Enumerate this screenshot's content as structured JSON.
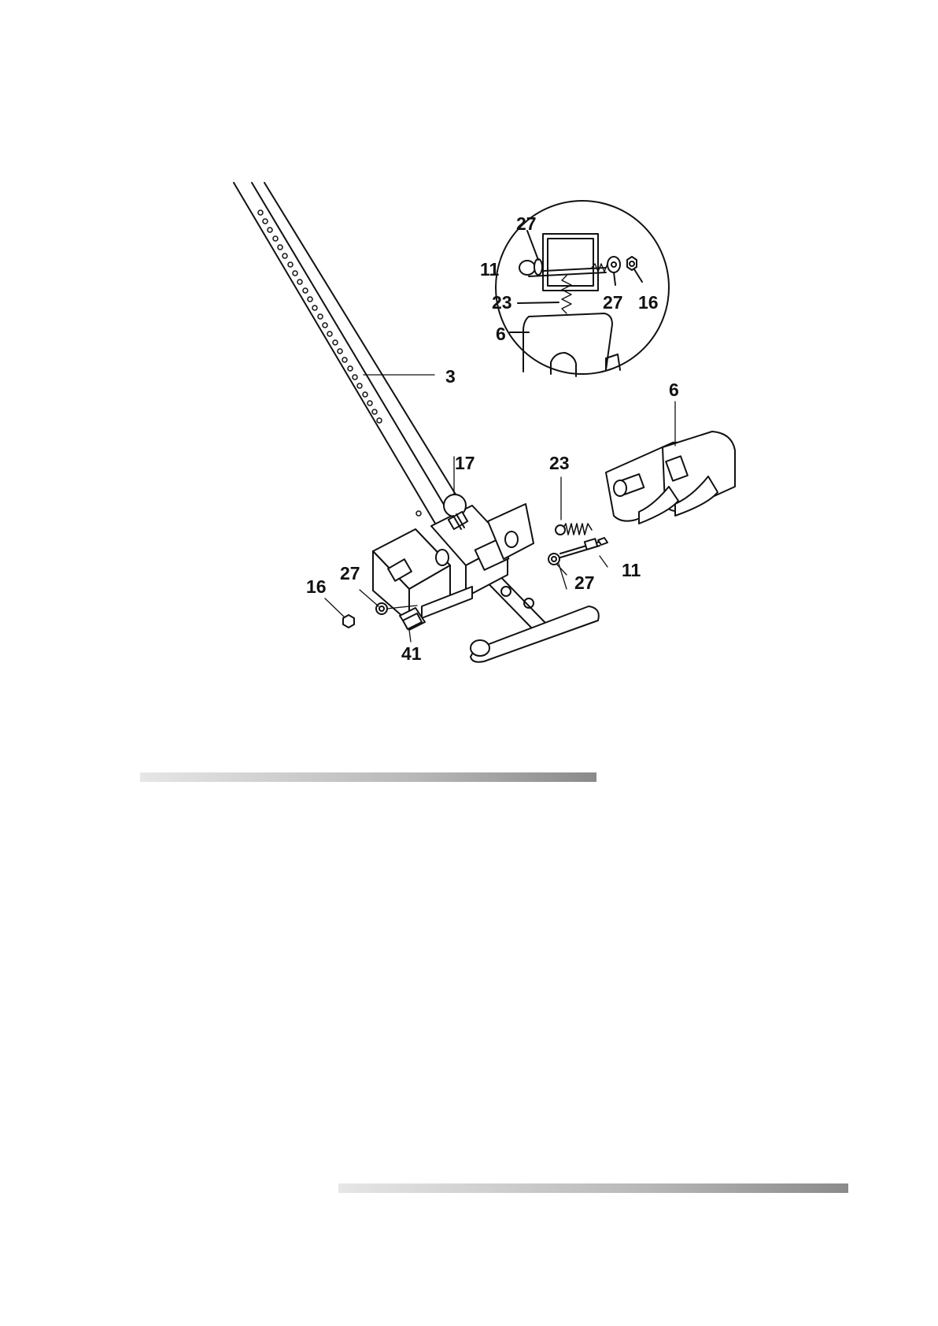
{
  "diagram": {
    "labels": {
      "rail": "3",
      "foot_holder": "6",
      "detail_foot_holder": "6",
      "bolt": "11",
      "detail_bolt": "11",
      "nut": "16",
      "detail_nut": "16",
      "knob": "17",
      "spring": "23",
      "detail_spring": "23",
      "washer_left": "27",
      "washer_right": "27",
      "detail_washer_top": "27",
      "detail_washer_right": "27",
      "end_cap": "41"
    }
  }
}
